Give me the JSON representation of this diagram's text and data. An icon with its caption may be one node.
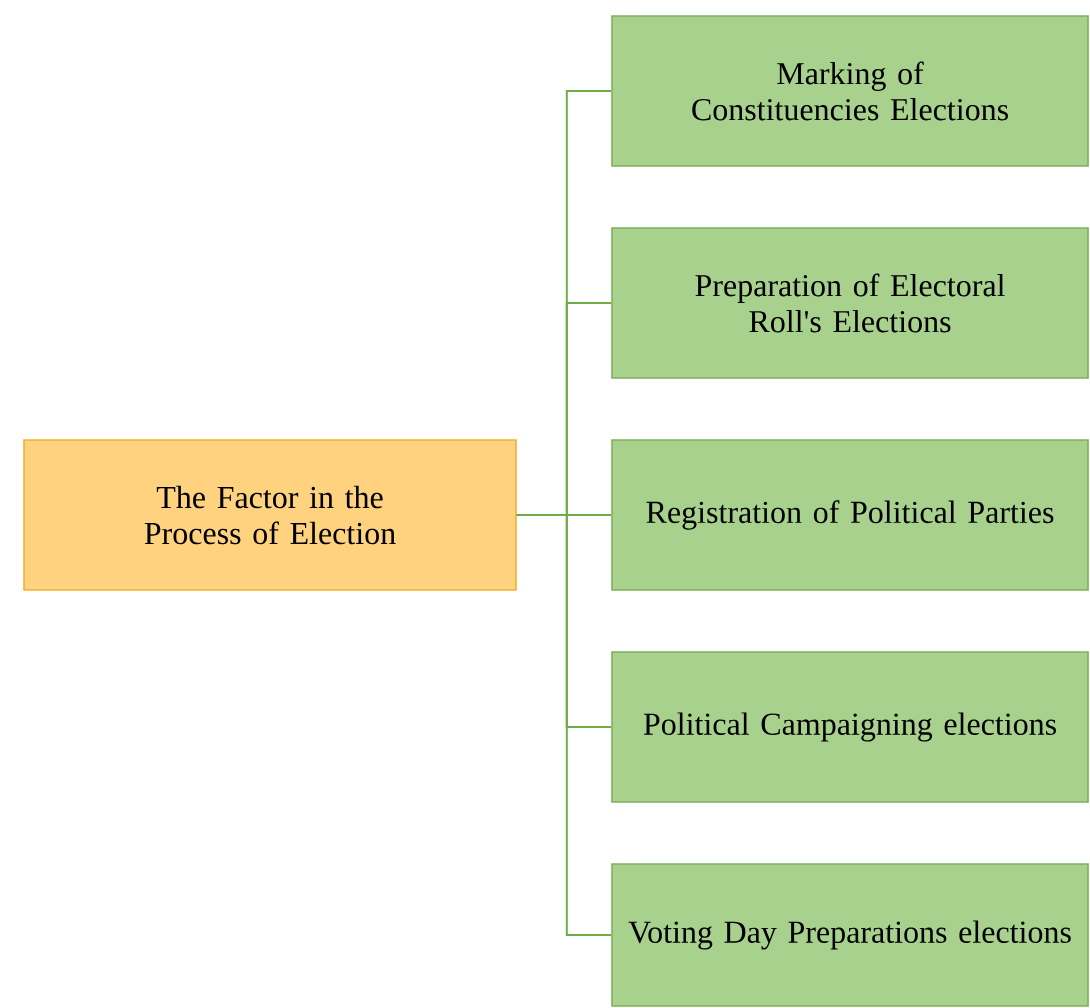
{
  "diagram": {
    "nodes": [
      {
        "text": [
          "The Factor in the Process of Election"
        ]
      },
      {
        "text": [
          "Marking of Constituencies Elections"
        ]
      },
      {
        "text": [
          "Preparation of Electoral Roll's Elections"
        ]
      },
      {
        "text": [
          "Registration of Political Parties"
        ]
      },
      {
        "text": [
          "Political Campaigning elections"
        ]
      },
      {
        "text": [
          "Voting Day Preparations elections"
        ]
      }
    ],
    "edges": [
      {
        "from": 0,
        "to": 1,
        "arrow": "none"
      },
      {
        "from": 0,
        "to": 2,
        "arrow": "none"
      },
      {
        "from": 0,
        "to": 3,
        "arrow": "none"
      },
      {
        "from": 0,
        "to": 4,
        "arrow": "none"
      },
      {
        "from": 0,
        "to": 5,
        "arrow": "none"
      }
    ]
  }
}
